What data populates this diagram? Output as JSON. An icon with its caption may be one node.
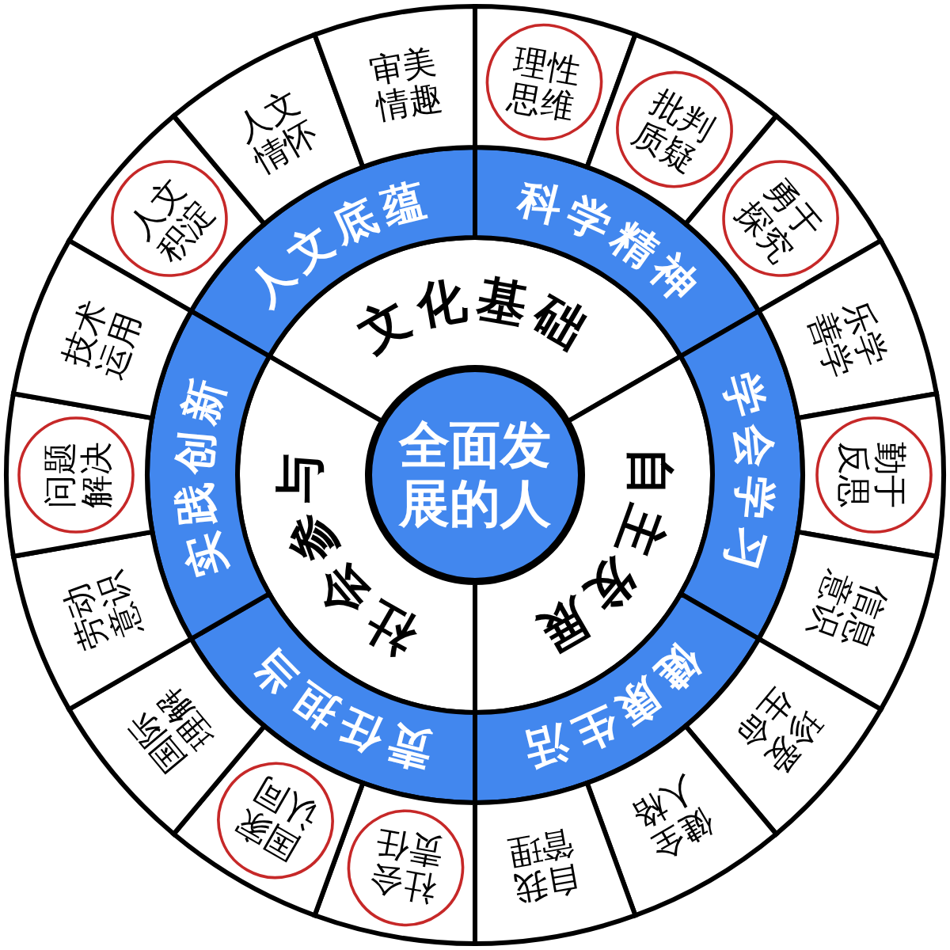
{
  "diagram": {
    "nodes": [
      {
        "text": [
          "全面发展的人"
        ]
      },
      {
        "text": [
          "文化基础"
        ]
      },
      {
        "text": [
          "自主发展"
        ]
      },
      {
        "text": [
          "社会参与"
        ]
      },
      {
        "text": [
          "人文底蕴"
        ]
      },
      {
        "text": [
          "科学精神"
        ]
      },
      {
        "text": [
          "学会学习"
        ]
      },
      {
        "text": [
          "健康生活"
        ]
      },
      {
        "text": [
          "责任担当"
        ]
      },
      {
        "text": [
          "实践创新"
        ]
      },
      {
        "text": [],
        "shape": "sector"
      },
      {
        "text": [
          "人文积淀"
        ],
        "in": 10
      },
      {
        "text": [
          "人文情怀"
        ]
      },
      {
        "text": [
          "审美情趣"
        ]
      },
      {
        "text": [],
        "shape": "sector"
      },
      {
        "text": [
          "理性思维"
        ],
        "in": 14
      },
      {
        "text": [],
        "shape": "sector"
      },
      {
        "text": [
          "批判质疑"
        ],
        "in": 16
      },
      {
        "text": [],
        "shape": "sector"
      },
      {
        "text": [
          "勇于探究"
        ],
        "in": 18
      },
      {
        "text": [
          "乐学善学"
        ]
      },
      {
        "text": [],
        "shape": "sector"
      },
      {
        "text": [
          "勤于反思"
        ],
        "in": 21
      },
      {
        "text": [
          "信息意识"
        ]
      },
      {
        "text": [
          "珍爱生命"
        ]
      },
      {
        "text": [
          "健全人格"
        ]
      },
      {
        "text": [
          "自我管理"
        ]
      },
      {
        "text": [],
        "shape": "sector"
      },
      {
        "text": [
          "社会责任"
        ],
        "in": 27
      },
      {
        "text": [],
        "shape": "sector"
      },
      {
        "text": [
          "国家认同"
        ],
        "in": 29
      },
      {
        "text": [
          "国际理解"
        ]
      },
      {
        "text": [
          "劳动意识"
        ]
      },
      {
        "text": [],
        "shape": "sector"
      },
      {
        "text": [
          "问题解决"
        ],
        "in": 33
      },
      {
        "text": [
          "技术运用"
        ]
      }
    ]
  }
}
